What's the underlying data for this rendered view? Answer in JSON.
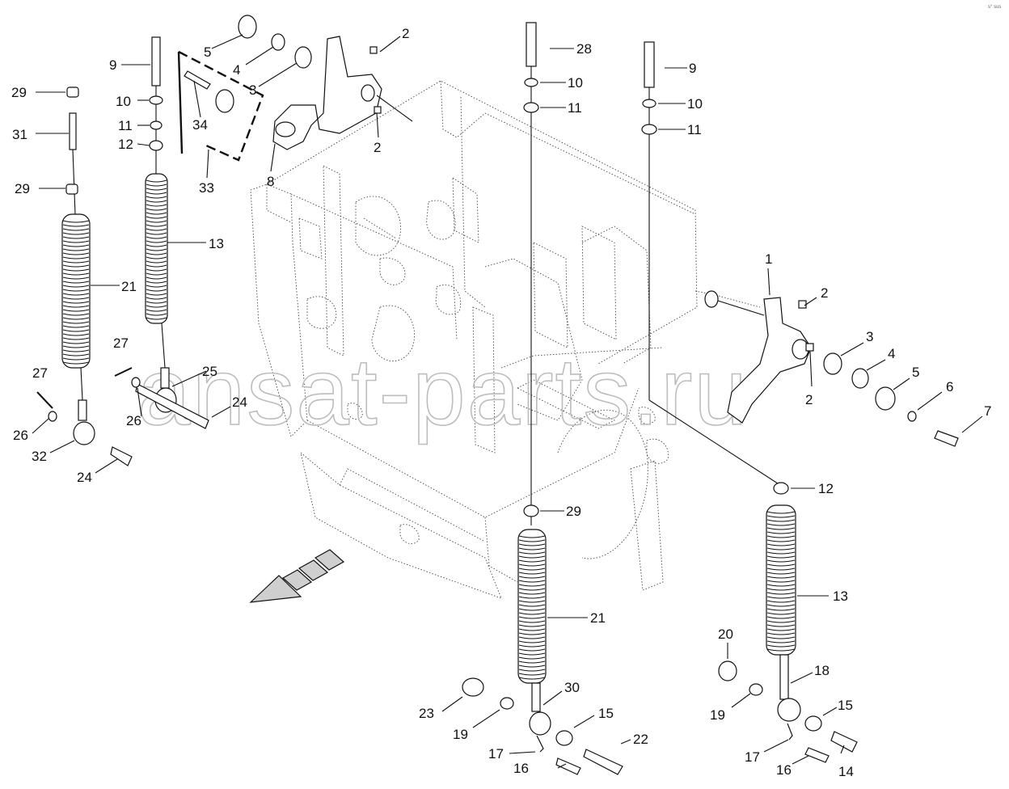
{
  "watermark": "ansat-parts.ru",
  "corner_code": "s° sus",
  "callouts": [
    {
      "id": "c5a",
      "text": "5"
    },
    {
      "id": "c4a",
      "text": "4"
    },
    {
      "id": "c3a",
      "text": "3"
    },
    {
      "id": "c2a",
      "text": "2"
    },
    {
      "id": "c2b",
      "text": "2"
    },
    {
      "id": "c8",
      "text": "8"
    },
    {
      "id": "c34",
      "text": "34"
    },
    {
      "id": "c33",
      "text": "33"
    },
    {
      "id": "c9a",
      "text": "9"
    },
    {
      "id": "c10a",
      "text": "10"
    },
    {
      "id": "c11a",
      "text": "11"
    },
    {
      "id": "c12a",
      "text": "12"
    },
    {
      "id": "c13a",
      "text": "13"
    },
    {
      "id": "c29a",
      "text": "29"
    },
    {
      "id": "c31",
      "text": "31"
    },
    {
      "id": "c29b",
      "text": "29"
    },
    {
      "id": "c21a",
      "text": "21"
    },
    {
      "id": "c27a",
      "text": "27"
    },
    {
      "id": "c27b",
      "text": "27"
    },
    {
      "id": "c25",
      "text": "25"
    },
    {
      "id": "c24a",
      "text": "24"
    },
    {
      "id": "c26a",
      "text": "26"
    },
    {
      "id": "c26b",
      "text": "26"
    },
    {
      "id": "c32",
      "text": "32"
    },
    {
      "id": "c24b",
      "text": "24"
    },
    {
      "id": "c28",
      "text": "28"
    },
    {
      "id": "c10b",
      "text": "10"
    },
    {
      "id": "c11b",
      "text": "11"
    },
    {
      "id": "c29c",
      "text": "29"
    },
    {
      "id": "c21b",
      "text": "21"
    },
    {
      "id": "c30",
      "text": "30"
    },
    {
      "id": "c23",
      "text": "23"
    },
    {
      "id": "c19a",
      "text": "19"
    },
    {
      "id": "c15a",
      "text": "15"
    },
    {
      "id": "c22",
      "text": "22"
    },
    {
      "id": "c17a",
      "text": "17"
    },
    {
      "id": "c16a",
      "text": "16"
    },
    {
      "id": "c9b",
      "text": "9"
    },
    {
      "id": "c10c",
      "text": "10"
    },
    {
      "id": "c11c",
      "text": "11"
    },
    {
      "id": "c1",
      "text": "1"
    },
    {
      "id": "c2c",
      "text": "2"
    },
    {
      "id": "c3b",
      "text": "3"
    },
    {
      "id": "c4b",
      "text": "4"
    },
    {
      "id": "c5b",
      "text": "5"
    },
    {
      "id": "c6",
      "text": "6"
    },
    {
      "id": "c7",
      "text": "7"
    },
    {
      "id": "c2d",
      "text": "2"
    },
    {
      "id": "c12b",
      "text": "12"
    },
    {
      "id": "c13b",
      "text": "13"
    },
    {
      "id": "c20",
      "text": "20"
    },
    {
      "id": "c18",
      "text": "18"
    },
    {
      "id": "c19b",
      "text": "19"
    },
    {
      "id": "c15b",
      "text": "15"
    },
    {
      "id": "c17b",
      "text": "17"
    },
    {
      "id": "c16b",
      "text": "16"
    },
    {
      "id": "c14",
      "text": "14"
    }
  ]
}
